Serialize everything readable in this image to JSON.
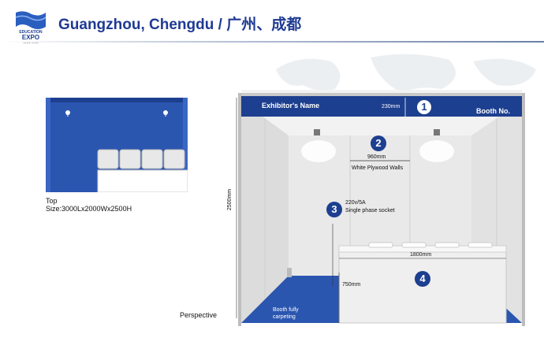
{
  "header": {
    "logo_lines": [
      "EDUCATION",
      "EXPO",
      "Since 2000"
    ],
    "title": "Guangzhou, Chengdu / 广州、成都"
  },
  "top_view": {
    "caption_line1": "Top",
    "caption_line2": "Size:3000Lx2000Wx2500H"
  },
  "perspective": {
    "caption": "Perspective",
    "exhibitor_name": "Exhibitor's Name",
    "booth_no": "Booth No.",
    "fascia_height": "230mm",
    "wall_width": "960mm",
    "wall_label": "White Plywood Walls",
    "socket_line1": "220v/5A",
    "socket_line2": "Single phase socket",
    "counter_width": "1800mm",
    "counter_height": "750mm",
    "booth_height": "2500mm",
    "carpet_line1": "Booth fully",
    "carpet_line2": "carpeting",
    "badges": [
      "1",
      "2",
      "3",
      "4"
    ]
  },
  "colors": {
    "brand_blue": "#1d3f8f",
    "title_blue": "#1f3a93",
    "carpet_blue": "#2b56b0"
  }
}
